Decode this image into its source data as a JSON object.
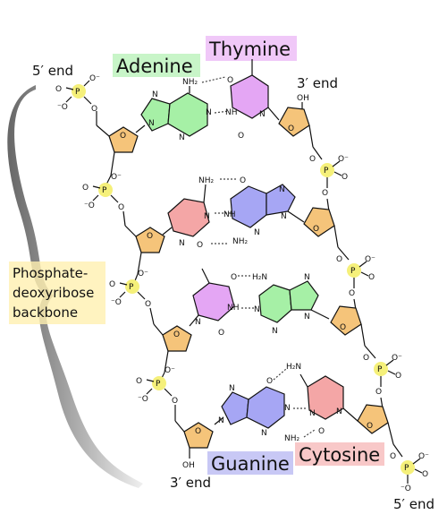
{
  "labels": {
    "adenine": "Adenine",
    "thymine": "Thymine",
    "guanine": "Guanine",
    "cytosine": "Cytosine",
    "backbone_line1": "Phosphate-",
    "backbone_line2": "deoxyribose",
    "backbone_line3": "backbone",
    "end_5_top": "5′ end",
    "end_3_top": "3′ end",
    "end_3_bottom": "3′ end",
    "end_5_bottom": "5′ end"
  },
  "atoms": {
    "P": "P",
    "O": "O",
    "O_minus": "O⁻",
    "minus_O": "⁻O",
    "OH": "OH",
    "N": "N",
    "NH": "NH",
    "NH2": "NH₂",
    "H2N": "H₂N"
  },
  "colors": {
    "adenine": "#a6f0a6",
    "thymine": "#e4a6f4",
    "guanine": "#a6a6f4",
    "cytosine": "#f4a6a6",
    "sugar": "#f5c47a",
    "phosphate": "#f5f07a",
    "backbone_highlight": "#fff0b0",
    "label_adenine_bg": "#c8f5c8",
    "label_thymine_bg": "#f0c8f8",
    "label_guanine_bg": "#c8c8f5",
    "label_cytosine_bg": "#f8c8c8"
  }
}
